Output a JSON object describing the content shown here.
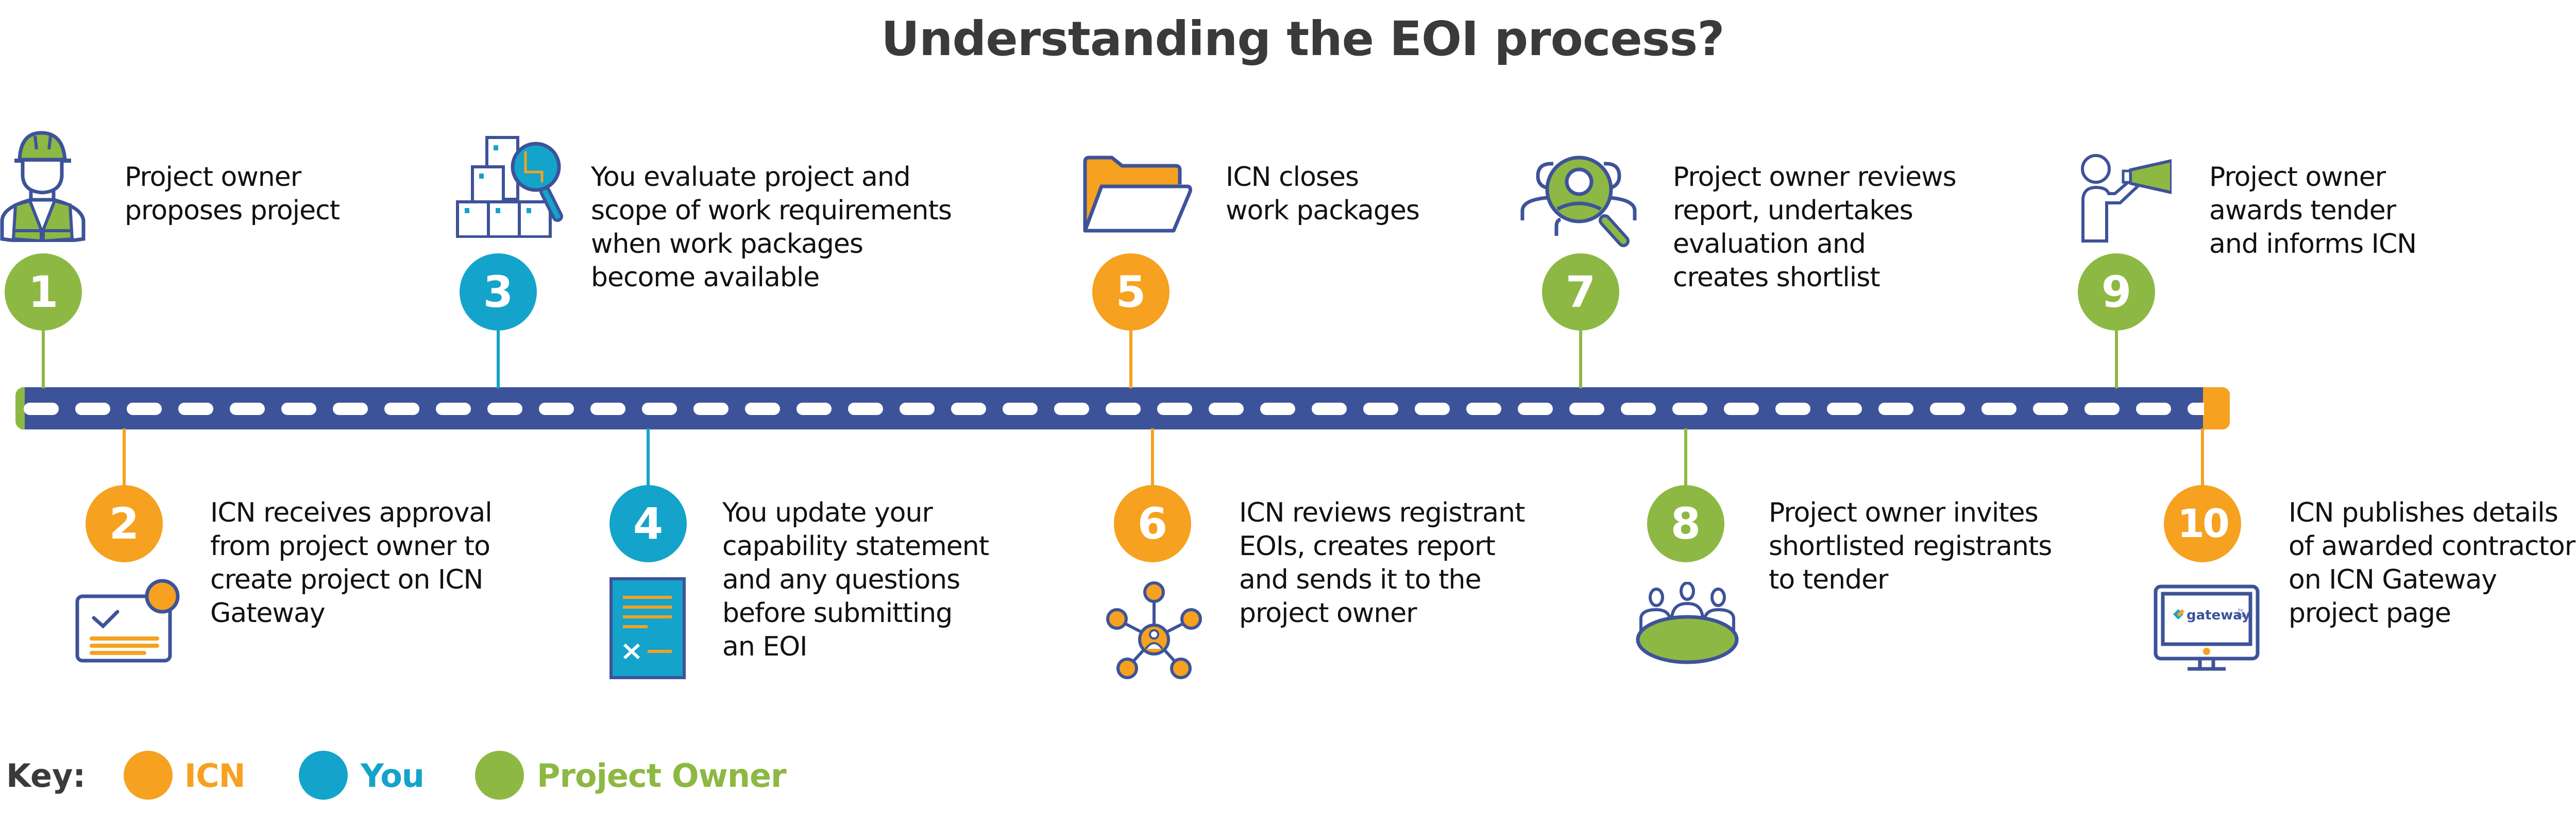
{
  "title": "Understanding the EOI process?",
  "colors": {
    "icn": "#f6a11f",
    "you": "#14a3cb",
    "project_owner": "#8db843",
    "road": "#3d5399",
    "icon_stroke": "#3d5399",
    "title": "#3a3a3c"
  },
  "steps": [
    {
      "number": "1",
      "actor": "project_owner",
      "lines": [
        "Project owner",
        "proposes project"
      ],
      "icon": "construction-worker-icon"
    },
    {
      "number": "2",
      "actor": "icn",
      "lines": [
        "ICN receives approval",
        "from project owner to",
        "create project on ICN",
        "Gateway"
      ],
      "icon": "approval-card-icon"
    },
    {
      "number": "3",
      "actor": "you",
      "lines": [
        "You evaluate project and",
        "scope of work requirements",
        "when work packages",
        "become available"
      ],
      "icon": "packages-magnifier-icon"
    },
    {
      "number": "4",
      "actor": "you",
      "lines": [
        "You update your",
        "capability statement",
        "and any questions",
        "before submitting",
        "an EOI"
      ],
      "icon": "document-checklist-icon"
    },
    {
      "number": "5",
      "actor": "icn",
      "lines": [
        "ICN closes",
        "work packages"
      ],
      "icon": "open-folder-icon"
    },
    {
      "number": "6",
      "actor": "icn",
      "lines": [
        "ICN reviews registrant",
        "EOIs, creates report",
        "and sends it to the",
        "project owner"
      ],
      "icon": "network-icon"
    },
    {
      "number": "7",
      "actor": "project_owner",
      "lines": [
        "Project owner reviews",
        "report, undertakes",
        "evaluation and",
        "creates shortlist"
      ],
      "icon": "people-search-icon"
    },
    {
      "number": "8",
      "actor": "project_owner",
      "lines": [
        "Project owner invites",
        "shortlisted registrants",
        "to tender"
      ],
      "icon": "meeting-table-icon"
    },
    {
      "number": "9",
      "actor": "project_owner",
      "lines": [
        "Project owner",
        "awards tender",
        "and informs ICN"
      ],
      "icon": "megaphone-person-icon"
    },
    {
      "number": "10",
      "actor": "icn",
      "lines": [
        "ICN publishes details",
        "of awarded contractor",
        "on ICN Gateway",
        "project page"
      ],
      "icon": "monitor-gateway-icon"
    }
  ],
  "gateway_logo": {
    "text": "gateway",
    "by": "by",
    "brand": "ICN"
  },
  "key": {
    "label": "Key:",
    "items": [
      {
        "actor": "icn",
        "label": "ICN"
      },
      {
        "actor": "you",
        "label": "You"
      },
      {
        "actor": "project_owner",
        "label": "Project Owner"
      }
    ]
  }
}
